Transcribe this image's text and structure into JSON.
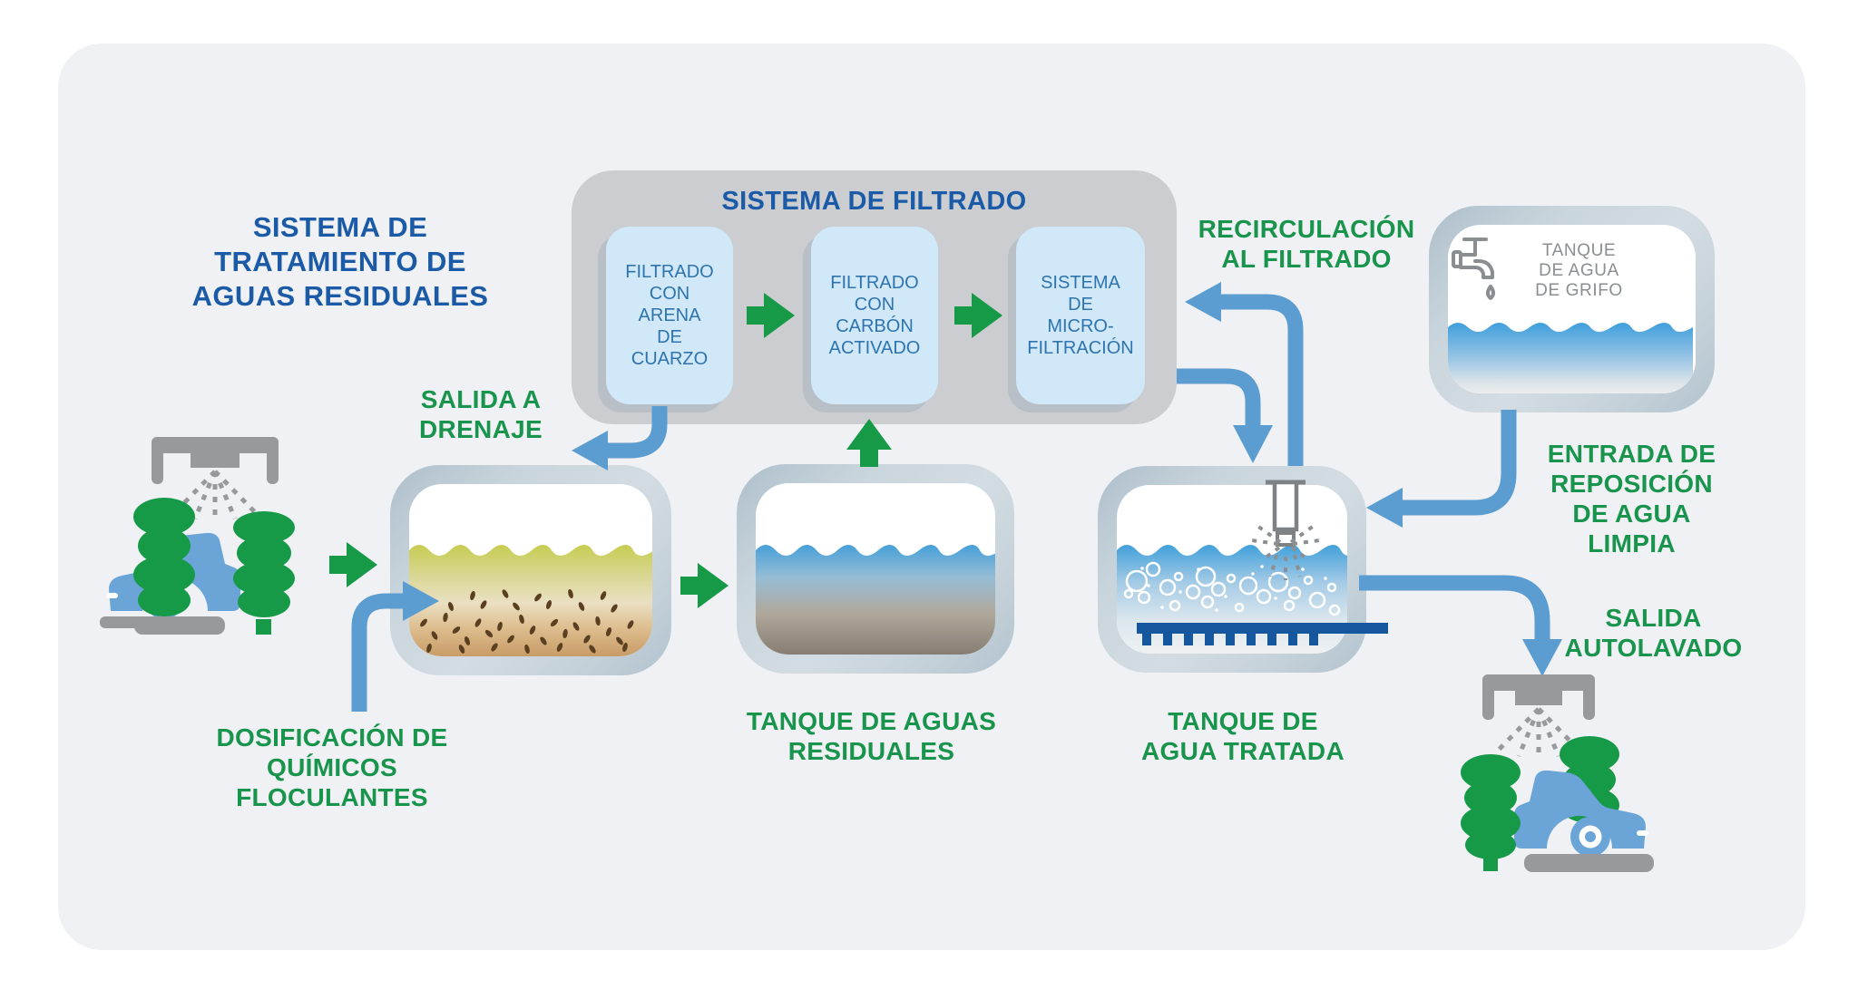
{
  "title": "SISTEMA DE\nTRATAMIENTO DE\nAGUAS RESIDUALES",
  "filter_system": {
    "title": "SISTEMA DE FILTRADO",
    "stages": [
      {
        "label": "FILTRADO\nCON\nARENA\nDE\nCUARZO"
      },
      {
        "label": "FILTRADO\nCON\nCARBÓN\nACTIVADO"
      },
      {
        "label": "SISTEMA\nDE\nMICRO-\nFILTRACIÓN"
      }
    ]
  },
  "tanks": {
    "grifo": {
      "label": "TANQUE\nDE AGUA\nDE GRIFO"
    },
    "residuales": {
      "label": "TANQUE DE AGUAS\nRESIDUALES"
    },
    "tratada": {
      "label": "TANQUE DE\nAGUA TRATADA"
    }
  },
  "annotations": {
    "salida_drenaje": "SALIDA A\nDRENAJE",
    "recirculacion": "RECIRCULACIÓN\nAL FILTRADO",
    "entrada_reposicion": "ENTRADA DE\nREPOSICIÓN\nDE AGUA\nLIMPIA",
    "salida_autolavado": "SALIDA\nAUTOLAVADO",
    "dosificacion": "DOSIFICACIÓN DE\nQUÍMICOS\nFLOCULANTES"
  },
  "icon_names": [
    "car-wash-entry-icon",
    "car-wash-exit-icon",
    "spray-bar-icon",
    "brush-icon",
    "faucet-icon",
    "water-drop-icon",
    "sprinkler-icon",
    "diffuser-icon",
    "flow-arrow-icon",
    "pipe-arrow-icon"
  ],
  "colors": {
    "card_background": "#f0f1f4",
    "dark_blue_text": "#1a5aa6",
    "green_text": "#18944c",
    "green_arrow": "#169a48",
    "pipe_blue": "#5b9cd1",
    "filter_container_gray": "#cbcdd0",
    "filter_stage_fill": "#d0e8f8",
    "filter_stage_text": "#2e74ae",
    "tank_wall": "#c6d2da",
    "water_blue": "#3f9fdc",
    "dirty_water_yellow": "#c7cc51",
    "sediment_brown": "#c89c67",
    "diffuser_dark_blue": "#14579f",
    "icon_gray": "#97999c",
    "car_blue": "#6ba5d7"
  }
}
